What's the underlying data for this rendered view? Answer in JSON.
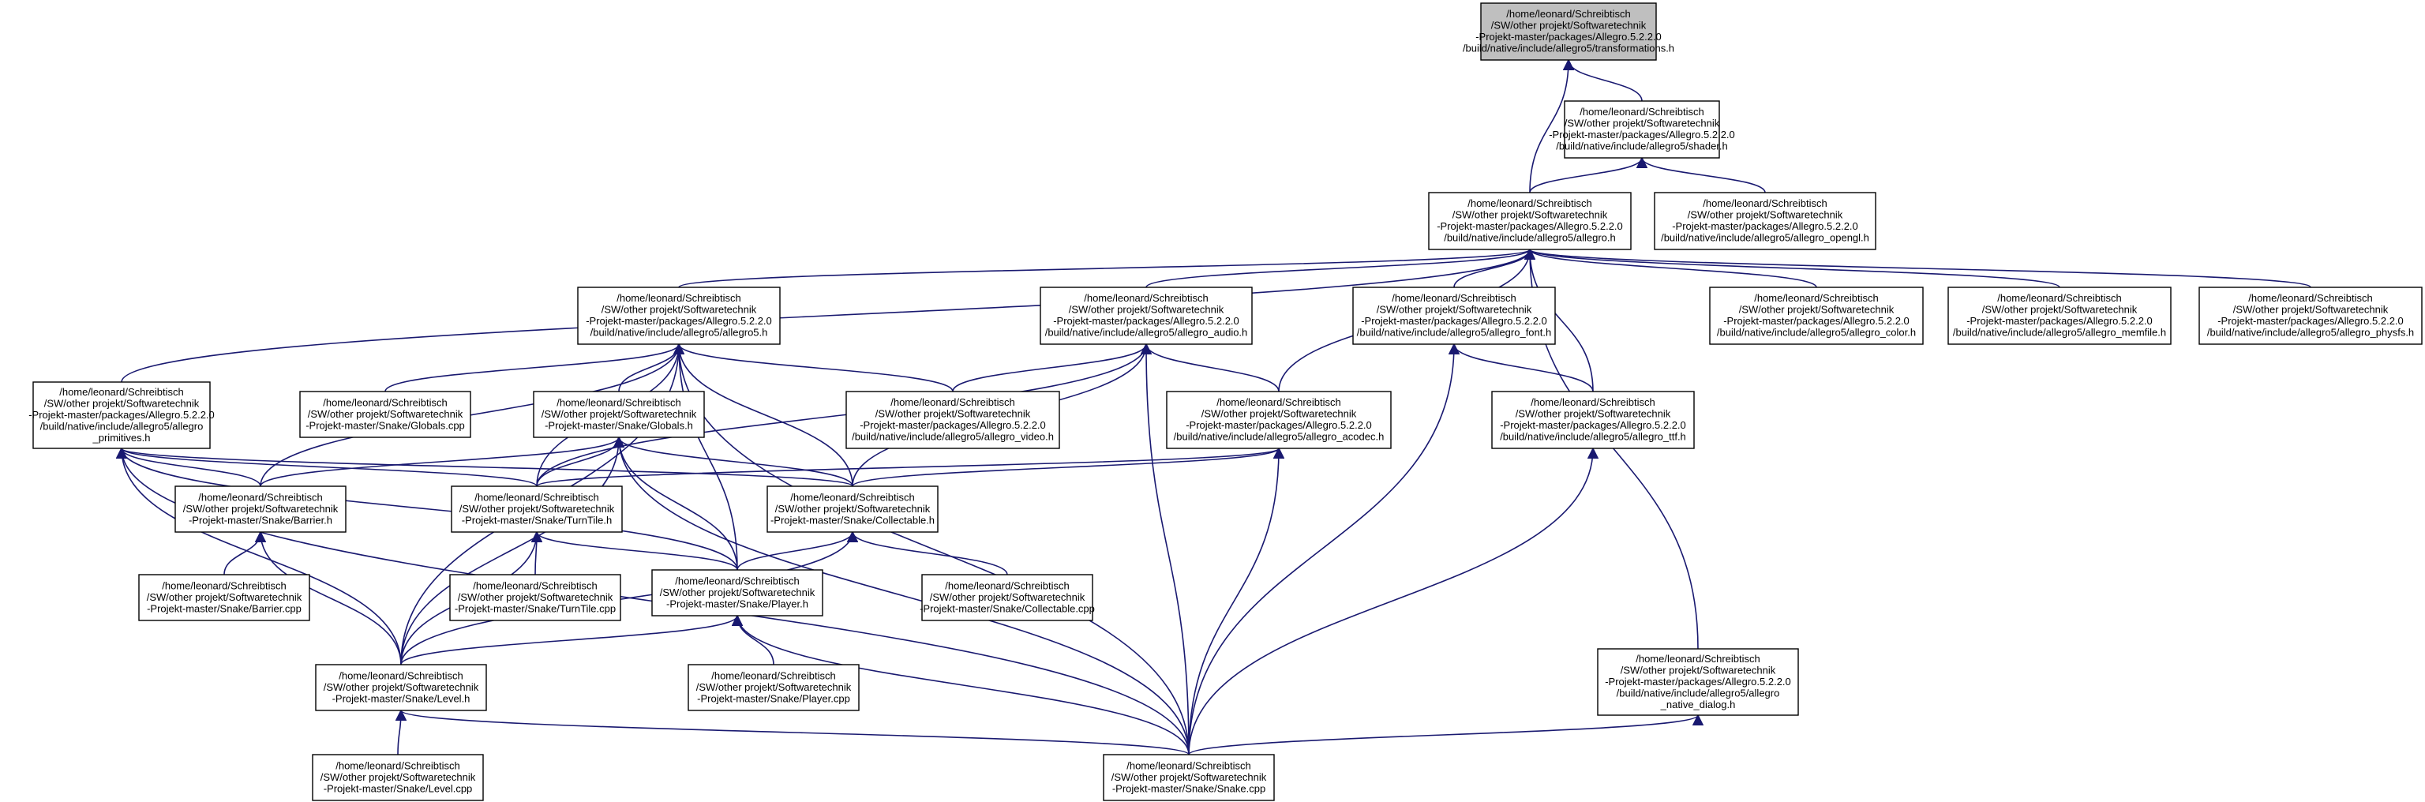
{
  "diagram": {
    "nodes": [
      {
        "id": "transformations",
        "root": true,
        "lines": [
          "/home/leonard/Schreibtisch",
          "/SW/other projekt/Softwaretechnik",
          "-Projekt-master/packages/Allegro.5.2.2.0",
          "/build/native/include/allegro5/transformations.h"
        ]
      },
      {
        "id": "shader",
        "lines": [
          "/home/leonard/Schreibtisch",
          "/SW/other projekt/Softwaretechnik",
          "-Projekt-master/packages/Allegro.5.2.2.0",
          "/build/native/include/allegro5/shader.h"
        ]
      },
      {
        "id": "allegro",
        "lines": [
          "/home/leonard/Schreibtisch",
          "/SW/other projekt/Softwaretechnik",
          "-Projekt-master/packages/Allegro.5.2.2.0",
          "/build/native/include/allegro5/allegro.h"
        ]
      },
      {
        "id": "allegro_opengl",
        "lines": [
          "/home/leonard/Schreibtisch",
          "/SW/other projekt/Softwaretechnik",
          "-Projekt-master/packages/Allegro.5.2.2.0",
          "/build/native/include/allegro5/allegro_opengl.h"
        ]
      },
      {
        "id": "allegro5",
        "lines": [
          "/home/leonard/Schreibtisch",
          "/SW/other projekt/Softwaretechnik",
          "-Projekt-master/packages/Allegro.5.2.2.0",
          "/build/native/include/allegro5/allegro5.h"
        ]
      },
      {
        "id": "allegro_audio",
        "lines": [
          "/home/leonard/Schreibtisch",
          "/SW/other projekt/Softwaretechnik",
          "-Projekt-master/packages/Allegro.5.2.2.0",
          "/build/native/include/allegro5/allegro_audio.h"
        ]
      },
      {
        "id": "allegro_font",
        "lines": [
          "/home/leonard/Schreibtisch",
          "/SW/other projekt/Softwaretechnik",
          "-Projekt-master/packages/Allegro.5.2.2.0",
          "/build/native/include/allegro5/allegro_font.h"
        ]
      },
      {
        "id": "allegro_color",
        "lines": [
          "/home/leonard/Schreibtisch",
          "/SW/other projekt/Softwaretechnik",
          "-Projekt-master/packages/Allegro.5.2.2.0",
          "/build/native/include/allegro5/allegro_color.h"
        ]
      },
      {
        "id": "allegro_memfile",
        "lines": [
          "/home/leonard/Schreibtisch",
          "/SW/other projekt/Softwaretechnik",
          "-Projekt-master/packages/Allegro.5.2.2.0",
          "/build/native/include/allegro5/allegro_memfile.h"
        ]
      },
      {
        "id": "allegro_physfs",
        "lines": [
          "/home/leonard/Schreibtisch",
          "/SW/other projekt/Softwaretechnik",
          "-Projekt-master/packages/Allegro.5.2.2.0",
          "/build/native/include/allegro5/allegro_physfs.h"
        ]
      },
      {
        "id": "allegro_primitives",
        "lines": [
          "/home/leonard/Schreibtisch",
          "/SW/other projekt/Softwaretechnik",
          "-Projekt-master/packages/Allegro.5.2.2.0",
          "/build/native/include/allegro5/allegro",
          "_primitives.h"
        ]
      },
      {
        "id": "globals_cpp",
        "lines": [
          "/home/leonard/Schreibtisch",
          "/SW/other projekt/Softwaretechnik",
          "-Projekt-master/Snake/Globals.cpp"
        ]
      },
      {
        "id": "globals_h",
        "lines": [
          "/home/leonard/Schreibtisch",
          "/SW/other projekt/Softwaretechnik",
          "-Projekt-master/Snake/Globals.h"
        ]
      },
      {
        "id": "allegro_video",
        "lines": [
          "/home/leonard/Schreibtisch",
          "/SW/other projekt/Softwaretechnik",
          "-Projekt-master/packages/Allegro.5.2.2.0",
          "/build/native/include/allegro5/allegro_video.h"
        ]
      },
      {
        "id": "allegro_acodec",
        "lines": [
          "/home/leonard/Schreibtisch",
          "/SW/other projekt/Softwaretechnik",
          "-Projekt-master/packages/Allegro.5.2.2.0",
          "/build/native/include/allegro5/allegro_acodec.h"
        ]
      },
      {
        "id": "allegro_ttf",
        "lines": [
          "/home/leonard/Schreibtisch",
          "/SW/other projekt/Softwaretechnik",
          "-Projekt-master/packages/Allegro.5.2.2.0",
          "/build/native/include/allegro5/allegro_ttf.h"
        ]
      },
      {
        "id": "barrier_h",
        "lines": [
          "/home/leonard/Schreibtisch",
          "/SW/other projekt/Softwaretechnik",
          "-Projekt-master/Snake/Barrier.h"
        ]
      },
      {
        "id": "turntile_h",
        "lines": [
          "/home/leonard/Schreibtisch",
          "/SW/other projekt/Softwaretechnik",
          "-Projekt-master/Snake/TurnTile.h"
        ]
      },
      {
        "id": "collectable_h",
        "lines": [
          "/home/leonard/Schreibtisch",
          "/SW/other projekt/Softwaretechnik",
          "-Projekt-master/Snake/Collectable.h"
        ]
      },
      {
        "id": "barrier_cpp",
        "lines": [
          "/home/leonard/Schreibtisch",
          "/SW/other projekt/Softwaretechnik",
          "-Projekt-master/Snake/Barrier.cpp"
        ]
      },
      {
        "id": "turntile_cpp",
        "lines": [
          "/home/leonard/Schreibtisch",
          "/SW/other projekt/Softwaretechnik",
          "-Projekt-master/Snake/TurnTile.cpp"
        ]
      },
      {
        "id": "player_h",
        "lines": [
          "/home/leonard/Schreibtisch",
          "/SW/other projekt/Softwaretechnik",
          "-Projekt-master/Snake/Player.h"
        ]
      },
      {
        "id": "collectable_cpp",
        "lines": [
          "/home/leonard/Schreibtisch",
          "/SW/other projekt/Softwaretechnik",
          "-Projekt-master/Snake/Collectable.cpp"
        ]
      },
      {
        "id": "level_h",
        "lines": [
          "/home/leonard/Schreibtisch",
          "/SW/other projekt/Softwaretechnik",
          "-Projekt-master/Snake/Level.h"
        ]
      },
      {
        "id": "player_cpp",
        "lines": [
          "/home/leonard/Schreibtisch",
          "/SW/other projekt/Softwaretechnik",
          "-Projekt-master/Snake/Player.cpp"
        ]
      },
      {
        "id": "native_dialog",
        "lines": [
          "/home/leonard/Schreibtisch",
          "/SW/other projekt/Softwaretechnik",
          "-Projekt-master/packages/Allegro.5.2.2.0",
          "/build/native/include/allegro5/allegro",
          "_native_dialog.h"
        ]
      },
      {
        "id": "level_cpp",
        "lines": [
          "/home/leonard/Schreibtisch",
          "/SW/other projekt/Softwaretechnik",
          "-Projekt-master/Snake/Level.cpp"
        ]
      },
      {
        "id": "snake_cpp",
        "lines": [
          "/home/leonard/Schreibtisch",
          "/SW/other projekt/Softwaretechnik",
          "-Projekt-master/Snake/Snake.cpp"
        ]
      }
    ],
    "edges": [
      {
        "from": "transformations",
        "to": "shader"
      },
      {
        "from": "transformations",
        "to": "allegro"
      },
      {
        "from": "shader",
        "to": "allegro"
      },
      {
        "from": "shader",
        "to": "allegro_opengl"
      },
      {
        "from": "allegro",
        "to": "allegro5"
      },
      {
        "from": "allegro",
        "to": "allegro_audio"
      },
      {
        "from": "allegro",
        "to": "allegro_font"
      },
      {
        "from": "allegro",
        "to": "allegro_color"
      },
      {
        "from": "allegro",
        "to": "allegro_memfile"
      },
      {
        "from": "allegro",
        "to": "allegro_physfs"
      },
      {
        "from": "allegro",
        "to": "allegro_primitives"
      },
      {
        "from": "allegro",
        "to": "allegro_acodec"
      },
      {
        "from": "allegro",
        "to": "allegro_ttf"
      },
      {
        "from": "allegro",
        "to": "native_dialog"
      },
      {
        "from": "allegro5",
        "to": "globals_cpp"
      },
      {
        "from": "allegro5",
        "to": "globals_h"
      },
      {
        "from": "allegro5",
        "to": "allegro_video"
      },
      {
        "from": "allegro5",
        "to": "barrier_h"
      },
      {
        "from": "allegro5",
        "to": "turntile_h"
      },
      {
        "from": "allegro5",
        "to": "collectable_h"
      },
      {
        "from": "allegro5",
        "to": "player_h"
      },
      {
        "from": "allegro5",
        "to": "level_h"
      },
      {
        "from": "allegro5",
        "to": "snake_cpp"
      },
      {
        "from": "allegro_audio",
        "to": "allegro_video"
      },
      {
        "from": "allegro_audio",
        "to": "allegro_acodec"
      },
      {
        "from": "allegro_audio",
        "to": "turntile_h"
      },
      {
        "from": "allegro_audio",
        "to": "collectable_h"
      },
      {
        "from": "allegro_audio",
        "to": "snake_cpp"
      },
      {
        "from": "allegro_font",
        "to": "allegro_ttf"
      },
      {
        "from": "allegro_font",
        "to": "snake_cpp"
      },
      {
        "from": "allegro_acodec",
        "to": "turntile_h"
      },
      {
        "from": "allegro_acodec",
        "to": "collectable_h"
      },
      {
        "from": "allegro_acodec",
        "to": "snake_cpp"
      },
      {
        "from": "allegro_ttf",
        "to": "snake_cpp"
      },
      {
        "from": "allegro_primitives",
        "to": "barrier_h"
      },
      {
        "from": "allegro_primitives",
        "to": "turntile_h"
      },
      {
        "from": "allegro_primitives",
        "to": "collectable_h"
      },
      {
        "from": "allegro_primitives",
        "to": "player_h"
      },
      {
        "from": "allegro_primitives",
        "to": "level_h"
      },
      {
        "from": "allegro_primitives",
        "to": "snake_cpp"
      },
      {
        "from": "globals_h",
        "to": "barrier_h"
      },
      {
        "from": "globals_h",
        "to": "turntile_h"
      },
      {
        "from": "globals_h",
        "to": "collectable_h"
      },
      {
        "from": "globals_h",
        "to": "player_h"
      },
      {
        "from": "globals_h",
        "to": "level_h"
      },
      {
        "from": "globals_h",
        "to": "snake_cpp"
      },
      {
        "from": "barrier_h",
        "to": "barrier_cpp"
      },
      {
        "from": "barrier_h",
        "to": "level_h"
      },
      {
        "from": "turntile_h",
        "to": "turntile_cpp"
      },
      {
        "from": "turntile_h",
        "to": "player_h"
      },
      {
        "from": "turntile_h",
        "to": "level_h"
      },
      {
        "from": "collectable_h",
        "to": "collectable_cpp"
      },
      {
        "from": "collectable_h",
        "to": "player_h"
      },
      {
        "from": "collectable_h",
        "to": "level_h"
      },
      {
        "from": "player_h",
        "to": "player_cpp"
      },
      {
        "from": "player_h",
        "to": "level_h"
      },
      {
        "from": "player_h",
        "to": "snake_cpp"
      },
      {
        "from": "level_h",
        "to": "level_cpp"
      },
      {
        "from": "level_h",
        "to": "snake_cpp"
      },
      {
        "from": "native_dialog",
        "to": "snake_cpp"
      }
    ]
  },
  "colors": {
    "root_fill": "#bfbfbf",
    "node_fill": "#ffffff",
    "node_border": "#000000",
    "edge": "#191970"
  }
}
